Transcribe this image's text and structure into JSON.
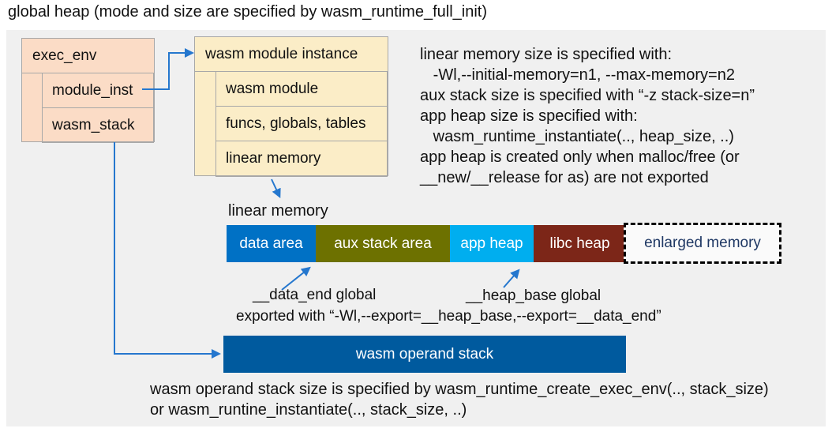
{
  "title": "global heap (mode and size are specified by wasm_runtime_full_init)",
  "colors": {
    "panel_bg": "#F0F0F0",
    "arrow": "#2577CE",
    "exec_env_fill": "#FBDCC6",
    "instance_fill": "#FBEDC7",
    "operand_stack_fill": "#005A9E"
  },
  "exec_env": {
    "title": "exec_env",
    "fields": [
      "module_inst",
      "wasm_stack"
    ]
  },
  "module_instance": {
    "title": "wasm module instance",
    "fields": [
      "wasm module",
      "funcs, globals, tables",
      "linear memory"
    ]
  },
  "notes_right": {
    "lines": [
      "linear memory size is specified with:",
      "   -Wl,--initial-memory=n1, --max-memory=n2",
      "aux stack size is specified with “-z stack-size=n”",
      "app heap size is specified with:",
      "   wasm_runtime_instantiate(.., heap_size, ..)",
      "app heap is created only when malloc/free (or",
      "__new/__release for as) are not exported"
    ]
  },
  "linear_memory": {
    "label": "linear memory",
    "segments": [
      {
        "label": "data area",
        "color": "#0071C5"
      },
      {
        "label": "aux stack area",
        "color": "#6D7100"
      },
      {
        "label": "app heap",
        "color": "#00AEEF"
      },
      {
        "label": "libc heap",
        "color": "#7C2618"
      },
      {
        "label": "enlarged memory",
        "color": "#FAFAFA",
        "text_color": "#1F3864"
      }
    ]
  },
  "annotations": {
    "data_end": "__data_end global",
    "heap_base": "__heap_base global",
    "exported": "exported with “-Wl,--export=__heap_base,--export=__data_end”"
  },
  "operand_stack": {
    "label": "wasm operand stack",
    "notes": [
      "wasm operand stack size is specified by wasm_runtime_create_exec_env(.., stack_size)",
      "or wasm_runtine_instantiate(.., stack_size, ..)"
    ]
  }
}
